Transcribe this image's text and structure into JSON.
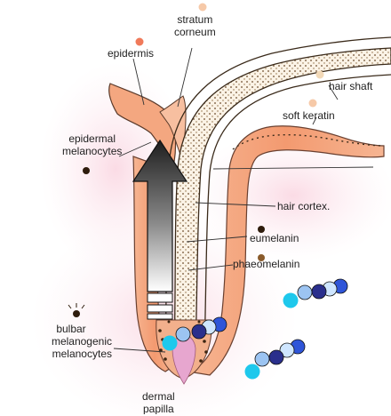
{
  "labels": {
    "stratum_corneum": [
      "stratum",
      "corneum"
    ],
    "epidermis": "epidermis",
    "hair_shaft": "hair shaft",
    "soft_keratin": "soft keratin",
    "epidermal_melanocytes": [
      "epidermal",
      "melanocytes"
    ],
    "hair_cortex": "hair cortex.",
    "eumelanin": "eumelanin",
    "phaeomelanin": "phaeomelanin",
    "bulbar_melanogenic_melanocytes": [
      "bulbar",
      "melanogenic",
      "melanocytes"
    ],
    "dermal_papilla": [
      "dermal",
      "papilla"
    ]
  },
  "colors": {
    "skin": "#f4a27a",
    "skin_light": "#f9c9ad",
    "skin_glow": "#fce4ec",
    "papilla": "#e7a6cf",
    "eumelanin": "#3b2410",
    "phaeomelanin": "#8a5a2b",
    "bead_cyan": "#1ec8ec",
    "bead_light": "#9cc4f2",
    "bead_navy": "#2a2f8c",
    "bead_blue": "#2f55d8",
    "arrow_dark": "#2b2b2b"
  }
}
